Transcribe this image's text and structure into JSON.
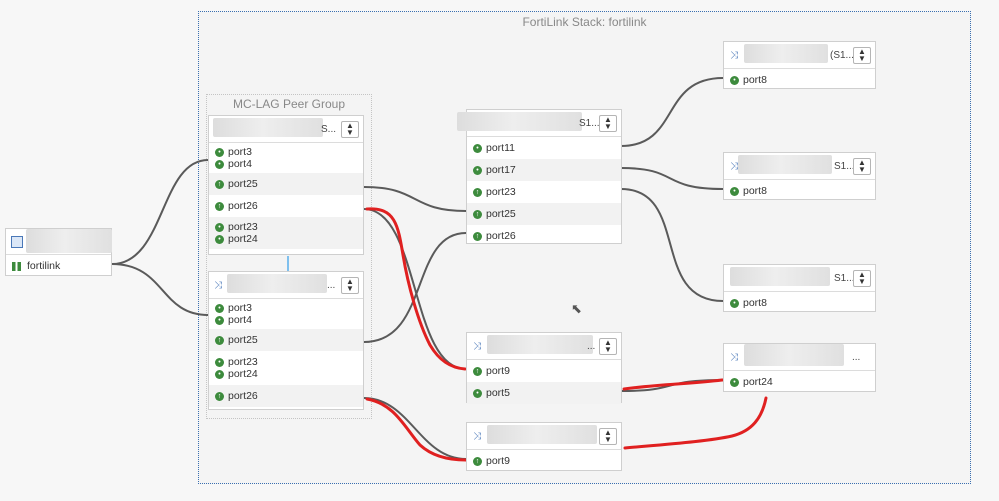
{
  "stack_title": "FortiLink Stack: fortilink",
  "mclag_title": "MC-LAG Peer Group",
  "fortigate": {
    "interface": "fortilink"
  },
  "peer1": {
    "suffix": "S...",
    "ports": [
      "port3",
      "port4",
      "port25",
      "port26",
      "port23",
      "port24"
    ]
  },
  "peer2": {
    "suffix": "...",
    "ports": [
      "port3",
      "port4",
      "port25",
      "port23",
      "port24",
      "port26"
    ]
  },
  "core": {
    "suffix": "S1...",
    "ports": [
      "port11",
      "port17",
      "port23",
      "port25",
      "port26"
    ]
  },
  "sw_a": {
    "suffix": "...",
    "ports": [
      "port9",
      "port5"
    ]
  },
  "sw_b": {
    "suffix": "",
    "ports": [
      "port9"
    ]
  },
  "edge1": {
    "suffix": "(S1...",
    "ports": [
      "port8"
    ]
  },
  "edge2": {
    "suffix": "S1...",
    "ports": [
      "port8"
    ]
  },
  "edge3": {
    "suffix": "S1...",
    "ports": [
      "port8"
    ]
  },
  "edge4": {
    "suffix": "...",
    "ports": [
      "port24"
    ]
  },
  "colors": {
    "stack_border": "#3a6fb0",
    "link": "#5a5a5a",
    "annotation": "#e02020",
    "port_icon": "#3d8b3d",
    "mclag_bar": "#7fc0ee"
  },
  "icons": {
    "switch": "shuffle-icon",
    "fortigate": "fortigate-icon",
    "fortilink": "fortilink-icon",
    "port_up": "port-up-icon",
    "port_split": "port-split-icon",
    "dropdown": "updown-caret-icon"
  }
}
